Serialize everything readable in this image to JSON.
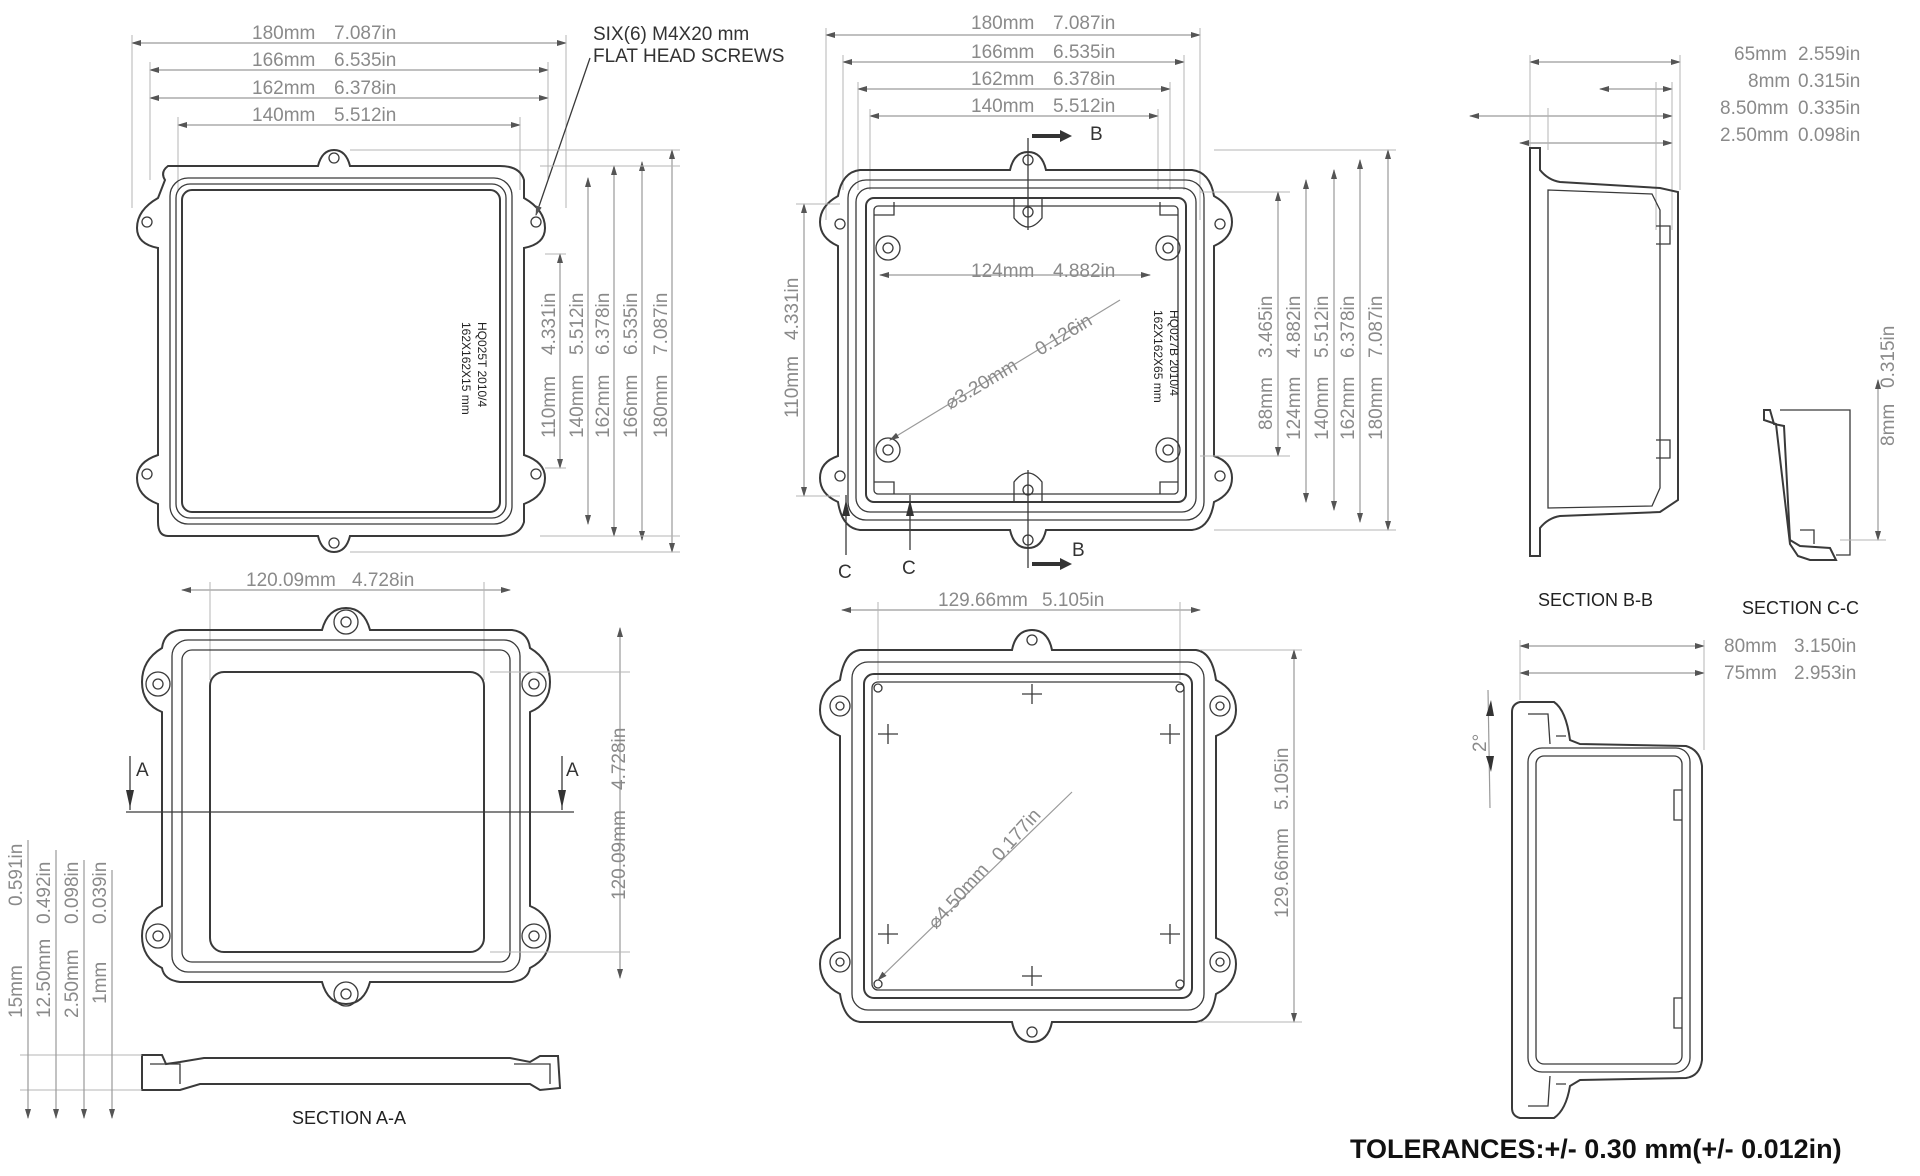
{
  "top_left_view": {
    "horizontal_dims": [
      "180mm",
      "7.087in",
      "166mm",
      "6.535in",
      "162mm",
      "6.378in",
      "140mm",
      "5.512in"
    ],
    "vertical_dims": [
      "110mm",
      "4.331in",
      "140mm",
      "5.512in",
      "162mm",
      "6.378in",
      "166mm",
      "6.535in",
      "180mm",
      "7.087in"
    ],
    "screws_note": [
      "SIX(6) M4X20 mm",
      "FLAT HEAD SCREWS"
    ],
    "part_label": [
      "HQ025T 2010/4",
      "162X162X15 mm"
    ]
  },
  "top_middle_view": {
    "horizontal_dims": [
      "180mm",
      "7.087in",
      "166mm",
      "6.535in",
      "162mm",
      "6.378in",
      "140mm",
      "5.512in",
      "124mm",
      "4.882in"
    ],
    "vertical_dims": [
      "110mm",
      "4.331in",
      "88mm",
      "3.465in",
      "124mm",
      "4.882in",
      "140mm",
      "5.512in",
      "162mm",
      "6.378in",
      "180mm",
      "7.087in"
    ],
    "diameter": [
      "⌀3.20mm",
      "0.126in"
    ],
    "part_label": [
      "HQ027B 2010/4",
      "162X162X65 mm"
    ],
    "section_marks": [
      "B",
      "B",
      "C",
      "C"
    ]
  },
  "right_top": {
    "dims": [
      "65mm",
      "2.559in",
      "8mm",
      "0.315in",
      "8.50mm",
      "0.335in",
      "2.50mm",
      "0.098in"
    ],
    "vertical": [
      "8mm",
      "0.315in"
    ],
    "section_b": "SECTION B-B",
    "section_c": "SECTION C-C"
  },
  "bottom_left_view": {
    "horizontal": [
      "120.09mm",
      "4.728in"
    ],
    "vertical": [
      "120.09mm",
      "4.728in"
    ],
    "section_marks": [
      "A",
      "A"
    ],
    "left_dims": [
      "15mm",
      "0.591in",
      "12.50mm",
      "0.492in",
      "2.50mm",
      "0.098in",
      "1mm",
      "0.039in"
    ],
    "section_a": "SECTION A-A"
  },
  "bottom_middle_view": {
    "horizontal": [
      "129.66mm",
      "5.105in"
    ],
    "vertical": [
      "129.66mm",
      "5.105in"
    ],
    "diameter": [
      "⌀4.50mm",
      "0.177in"
    ]
  },
  "bottom_right_view": {
    "dims": [
      "80mm",
      "3.150in",
      "75mm",
      "2.953in"
    ],
    "angle": "2°"
  },
  "tolerances": "TOLERANCES:+/- 0.30 mm(+/- 0.012in)"
}
